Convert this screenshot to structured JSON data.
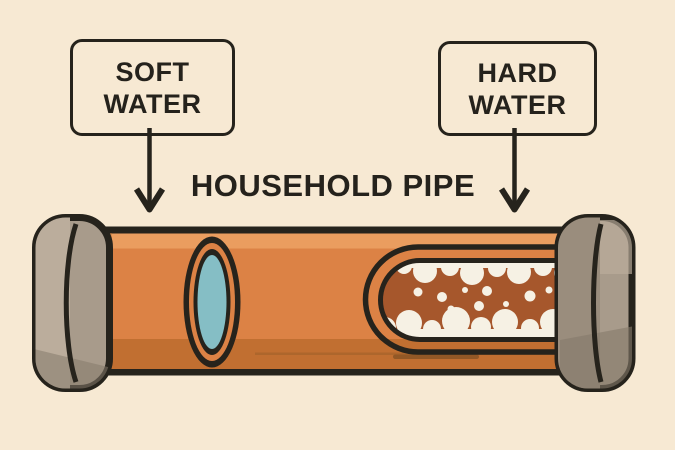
{
  "title": "HOUSEHOLD PIPE",
  "labels": {
    "soft": {
      "label": "SOFT WATER",
      "line1": "SOFT",
      "line2": "WATER"
    },
    "hard": {
      "label": "HARD WATER",
      "line1": "HARD",
      "line2": "WATER"
    }
  },
  "icons": {
    "left_arrow": "down-arrow",
    "right_arrow": "down-arrow"
  },
  "colors": {
    "bg": "#f7e9d3",
    "ink": "#26231c",
    "text": "#25221c",
    "pipe": "#dc8245",
    "pipe_light": "#ea9d5f",
    "pipe_dark": "#c16f31",
    "pipe_streak": "#8a5524",
    "cap": "#a89b8b",
    "cap_light": "#bbad9c",
    "cap_dim": "#9a8d7d",
    "cap_dark": "#857a6b",
    "rust": "#a6572c",
    "scale": "#f6f1e4",
    "water": "#85bec5"
  }
}
